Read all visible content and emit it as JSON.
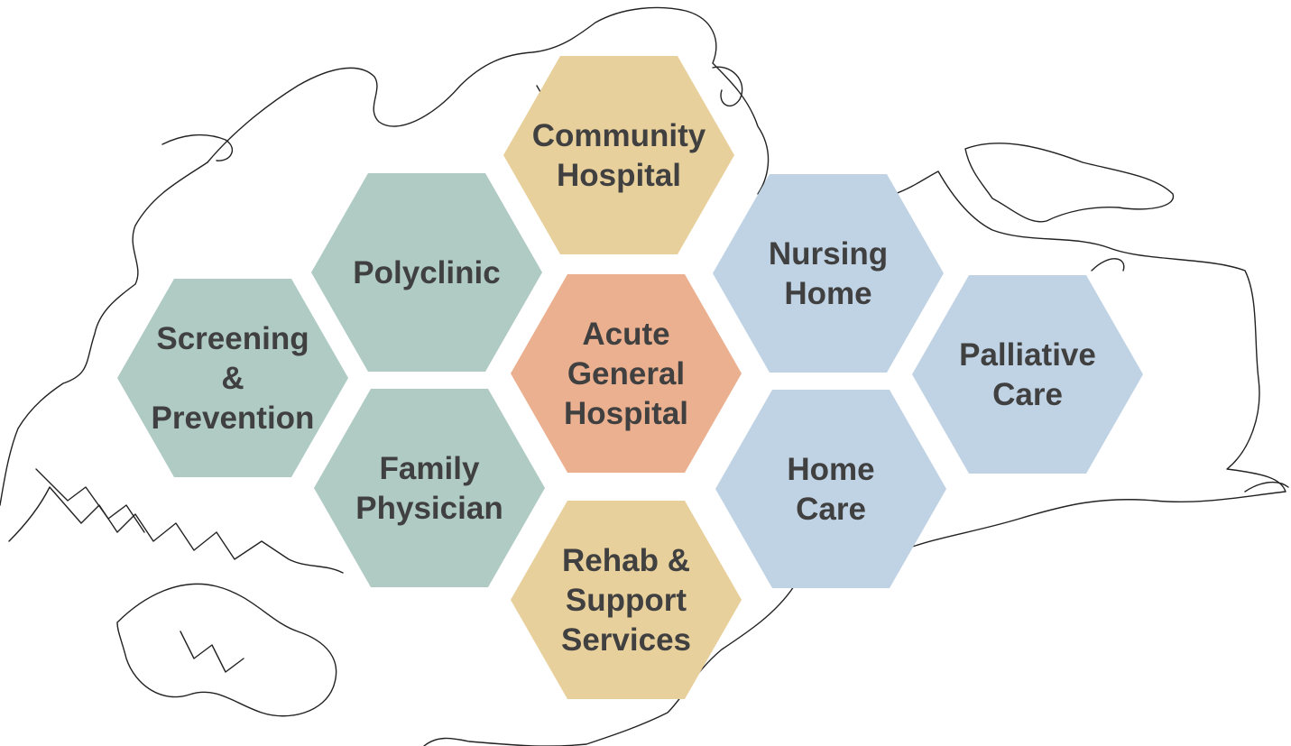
{
  "colors": {
    "green": "#afcbc3",
    "gold": "#e8d09c",
    "blue": "#c0d3e4",
    "orange": "#ebb08f",
    "text": "#404040",
    "outline": "#222222"
  },
  "background": "map-outline-of-island",
  "hexes": [
    {
      "id": "community-hospital",
      "color": "gold",
      "lines": [
        "Community",
        "Hospital"
      ]
    },
    {
      "id": "polyclinic",
      "color": "green",
      "lines": [
        "Polyclinic"
      ]
    },
    {
      "id": "nursing-home",
      "color": "blue",
      "lines": [
        "Nursing",
        "Home"
      ]
    },
    {
      "id": "screening-prevention",
      "color": "green",
      "lines": [
        "Screening",
        "&",
        "Prevention"
      ]
    },
    {
      "id": "acute-general-hospital",
      "color": "orange",
      "lines": [
        "Acute",
        "General",
        "Hospital"
      ]
    },
    {
      "id": "palliative-care",
      "color": "blue",
      "lines": [
        "Palliative",
        "Care"
      ]
    },
    {
      "id": "family-physician",
      "color": "green",
      "lines": [
        "Family",
        "Physician"
      ]
    },
    {
      "id": "home-care",
      "color": "blue",
      "lines": [
        "Home",
        "Care"
      ]
    },
    {
      "id": "rehab-support-services",
      "color": "gold",
      "lines": [
        "Rehab &",
        "Support",
        "Services"
      ]
    }
  ]
}
